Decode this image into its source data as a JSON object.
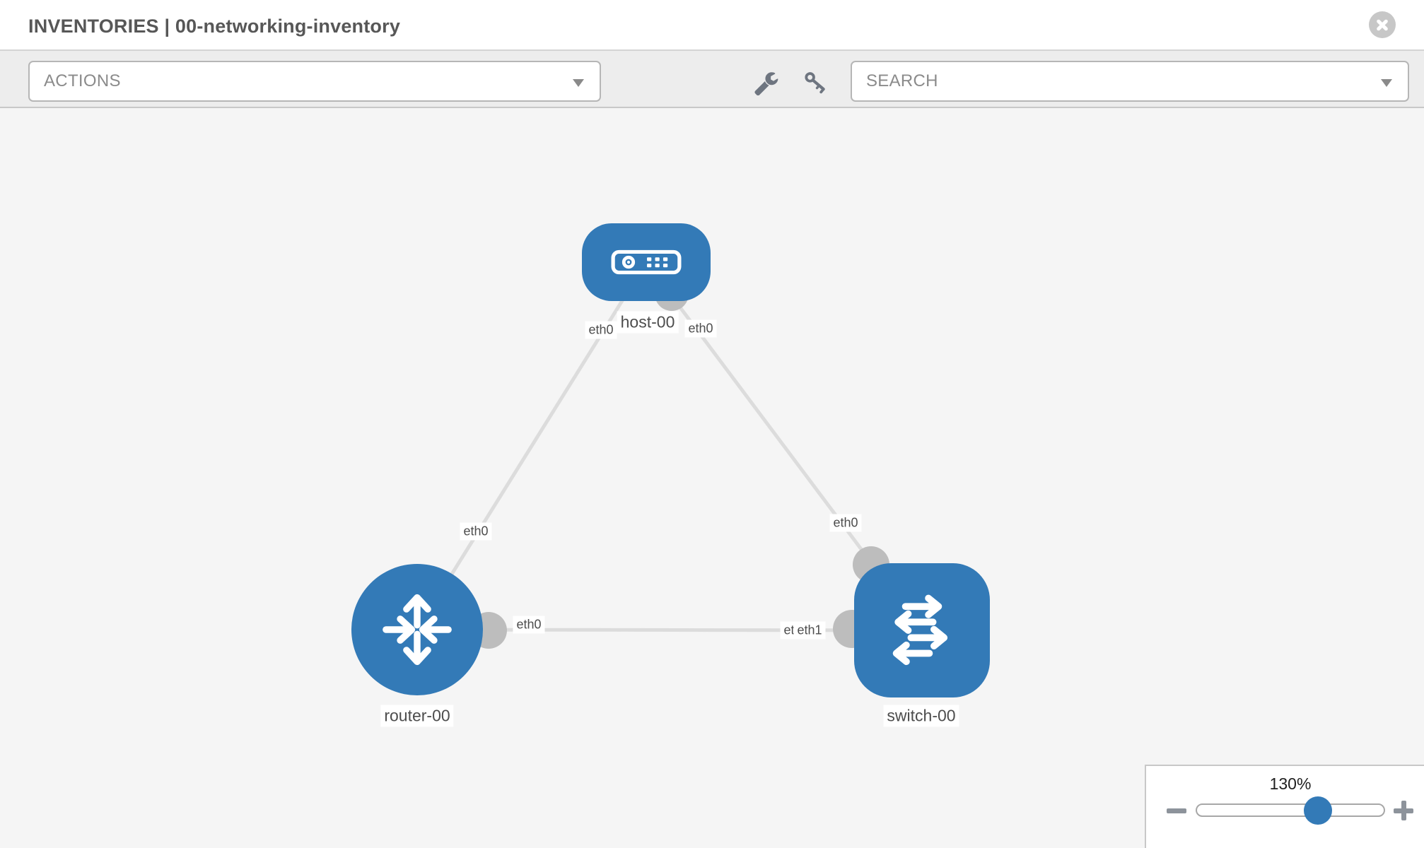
{
  "header": {
    "title": "INVENTORIES | 00-networking-inventory"
  },
  "toolbar": {
    "actions": {
      "label": "ACTIONS"
    },
    "tools": [
      {
        "icon": "wrench-icon"
      },
      {
        "icon": "key-icon"
      }
    ],
    "search": {
      "placeholder": "SEARCH"
    }
  },
  "topology": {
    "nodes": [
      {
        "label": "host-00",
        "type": "host"
      },
      {
        "label": "router-00",
        "type": "router"
      },
      {
        "label": "switch-00",
        "type": "switch"
      }
    ],
    "links": [
      {
        "from": "host-00",
        "to": "router-00"
      },
      {
        "from": "host-00",
        "to": "switch-00"
      },
      {
        "from": "router-00",
        "to": "switch-00"
      }
    ],
    "interface_labels": [
      {
        "text": "eth0",
        "link": "host-00 - router-00",
        "near": "host-00"
      },
      {
        "text": "eth0",
        "link": "host-00 - switch-00",
        "near": "host-00"
      },
      {
        "text": "eth0",
        "link": "host-00 - router-00",
        "near": "router-00"
      },
      {
        "text": "eth0",
        "link": "router-00 - switch-00",
        "near": "router-00"
      },
      {
        "text": "eth0",
        "link": "host-00 - switch-00",
        "near": "switch-00"
      },
      {
        "text": "eth0",
        "link": "router-00 - switch-00",
        "near": "switch-00"
      },
      {
        "text": "eth1",
        "link": "router-00 - switch-00",
        "near": "switch-00"
      }
    ]
  },
  "zoom_control": {
    "value": "130%",
    "percent": 130
  },
  "colors": {
    "node_blue": "#337ab7",
    "link_gray": "#dcdcdc",
    "connector_gray": "#bdbdbd",
    "toolbar_bg": "#ededed",
    "canvas_bg": "#f5f5f5"
  }
}
